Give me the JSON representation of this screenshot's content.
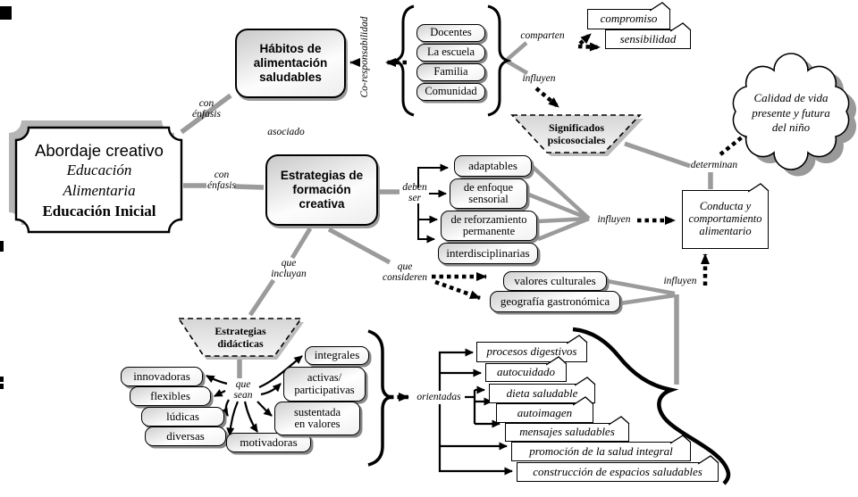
{
  "plaque": {
    "l1": "Abordaje creativo",
    "l2": "Educación",
    "l3": "Alimentaria",
    "l4": "Educación Inicial"
  },
  "concepts": {
    "habitos": "Hábitos de\nalimentación\nsaludables",
    "estrategias": "Estrategias de\nformación\ncreativa",
    "docentes": "Docentes",
    "escuela": "La escuela",
    "familia": "Familia",
    "comunidad": "Comunidad",
    "compromiso": "compromiso",
    "sensibilidad": "sensibilidad",
    "significados": "Significados\npsicosociales",
    "adaptables": "adaptables",
    "enfoque": "de enfoque\nsensorial",
    "reforzamiento": "de reforzamiento\npermanente",
    "interdisciplinarias": "interdisciplinarias",
    "conducta": "Conducta y\ncomportamiento\nalimentario",
    "cloud": "Calidad de vida\npresente y futura\ndel niño",
    "valores": "valores culturales",
    "geografia": "geografía gastronómica",
    "didacticas": "Estrategias\ndidácticas",
    "innovadoras": "innovadoras",
    "flexibles": "flexibles",
    "ludicas": "lúdicas",
    "diversas": "diversas",
    "motivadoras": "motivadoras",
    "integrales": "integrales",
    "activas": "activas/\nparticipativas",
    "sustentada": "sustentada\nen valores",
    "procesos": "procesos digestivos",
    "autocuidado": "autocuidado",
    "dieta": "dieta saludable",
    "autoimagen": "autoimagen",
    "mensajes": "mensajes saludables",
    "promocion": "promoción de la salud integral",
    "construccion": "construcción de espacios saludables"
  },
  "labels": {
    "con_enfasis_1": "con\nénfasis",
    "con_enfasis_2": "con\nénfasis",
    "asociado": "asociado",
    "co_responsabilidad": "Co-responsabilidad",
    "comparten": "comparten",
    "influyen_top": "influyen",
    "deben_ser": "deben\nser",
    "que_incluyan": "que\nincluyan",
    "que_consideren": "que\nconsideren",
    "influyen_mid": "influyen",
    "determinan": "determinan",
    "influyen_low": "influyen",
    "que_sean": "que\nsean",
    "orientadas": "orientadas"
  },
  "colors": {
    "line_gray": "#9b9b9b",
    "border_black": "#000000",
    "box_fill_light": "#d4d4d4",
    "shadow_gray": "#8a8a8a"
  }
}
